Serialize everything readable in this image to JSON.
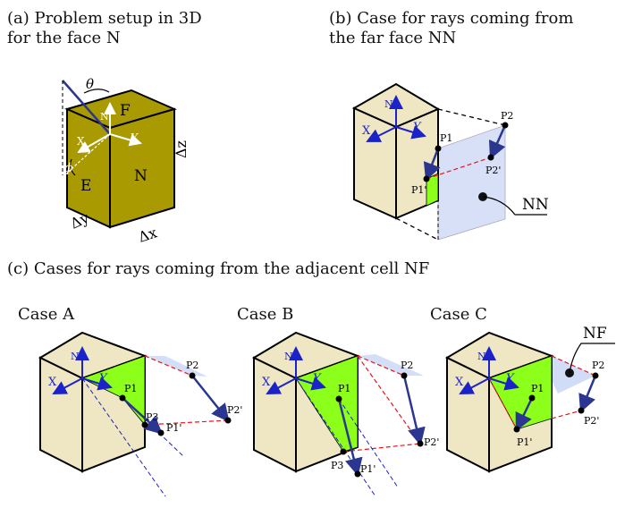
{
  "captions": {
    "a_line1": "(a) Problem setup in 3D",
    "a_line2": "for the face N",
    "b_line1": "(b) Case for rays coming from",
    "b_line2": "the far face NN",
    "c_line1": "(c) Cases for rays coming from the adjacent cell NF"
  },
  "cases": {
    "a": "Case A",
    "b": "Case B",
    "c": "Case C"
  },
  "panel_a": {
    "face_top": "F",
    "face_front": "N",
    "face_left": "E",
    "theta": "θ",
    "phi": "ϕ",
    "axis_n": "N",
    "axis_x": "X",
    "axis_y": "Y",
    "dim_z": "Δz",
    "dim_y": "Δy",
    "dim_x": "Δx"
  },
  "panel_b": {
    "p1": "P1",
    "p2": "P2",
    "p1p": "P1'",
    "p2p": "P2'",
    "nn": "NN",
    "axis_n": "N",
    "axis_x": "X",
    "axis_y": "Y"
  },
  "panel_c": {
    "nf": "NF",
    "p1": "P1",
    "p2": "P2",
    "p3": "P3",
    "p1p": "P1'",
    "p2p": "P2'",
    "axis_n": "N",
    "axis_x": "X",
    "axis_y": "Y"
  },
  "colors": {
    "olive": "#a89a00",
    "cream": "#efe7c4",
    "green": "#8cff1a",
    "blue_plane": "#c9d6f4",
    "axis_blue": "#1a22c8",
    "ray_blue": "#2a3690",
    "dashed_red": "#e8141c"
  }
}
